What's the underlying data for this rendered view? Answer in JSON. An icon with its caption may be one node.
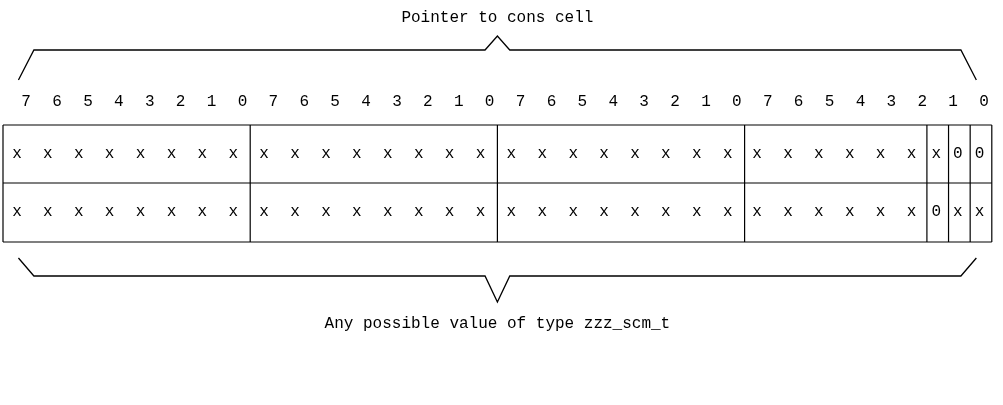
{
  "diagram": {
    "labels": [
      "Pointer to cons cell",
      "7",
      "6",
      "5",
      "4",
      "3",
      "2",
      "1",
      "0",
      "7",
      "6",
      "5",
      "4",
      "3",
      "2",
      "1",
      "0",
      "7",
      "6",
      "5",
      "4",
      "3",
      "2",
      "1",
      "0",
      "7",
      "6",
      "5",
      "4",
      "3",
      "2",
      "1",
      "0",
      "x x x x x x x x",
      "x x x x x x x x",
      "x x x x x x x x",
      "x x x x x x",
      "x",
      "0",
      "0",
      "x x x x x x x x",
      "x x x x x x x x",
      "x x x x x x x x",
      "x x x x x x",
      "0",
      "x",
      "x",
      "Any possible value of type zzz_scm_t"
    ]
  }
}
